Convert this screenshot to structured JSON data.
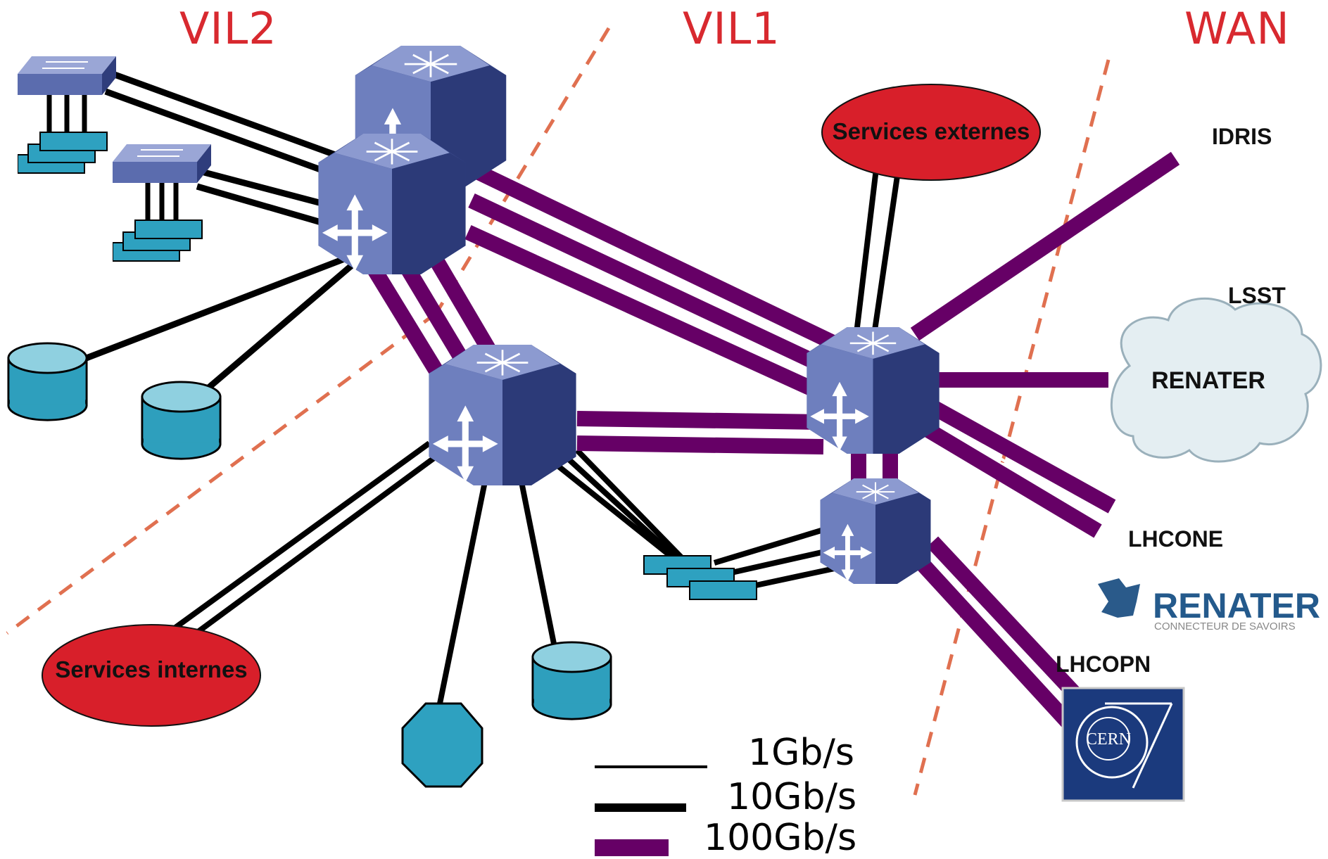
{
  "zones": {
    "vil2": "VIL2",
    "vil1": "VIL1",
    "wan": "WAN"
  },
  "services": {
    "external": "Services externes",
    "internal": "Services internes"
  },
  "externals": {
    "idris": "IDRIS",
    "lsst": "LSST",
    "renater_cloud": "RENATER",
    "lhcone": "LHCONE",
    "lhcopn": "LHCOPN"
  },
  "logos": {
    "renater_brand": "RENATER",
    "renater_tagline": "CONNECTEUR DE SAVOIRS",
    "cern": "CERN"
  },
  "legend": {
    "gb1": "1Gb/s",
    "gb10": "10Gb/s",
    "gb100": "100Gb/s"
  },
  "colors": {
    "zone_label": "#d8292f",
    "link_100g": "#660066",
    "link_10g": "#000000",
    "router_body": "#5a6aa8",
    "storage": "#2ea1c0",
    "service_ellipse": "#d81f2a",
    "zone_divider": "#e07050"
  }
}
